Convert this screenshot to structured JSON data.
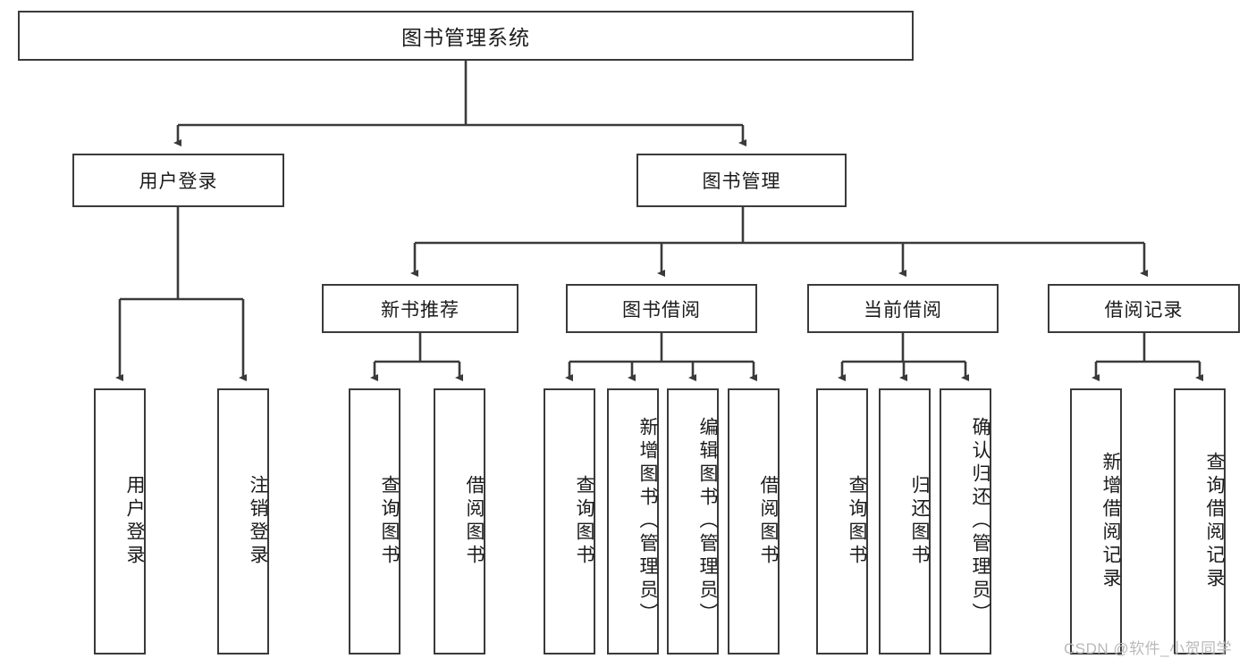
{
  "diagram": {
    "type": "tree-hierarchy-chart",
    "title_box": {
      "label": "图书管理系统"
    },
    "level1": [
      {
        "id": "login",
        "label": "用户登录"
      },
      {
        "id": "bookmgmt",
        "label": "图书管理"
      }
    ],
    "level2": [
      {
        "id": "newbook",
        "label": "新书推荐",
        "parent": "bookmgmt"
      },
      {
        "id": "borrow",
        "label": "图书借阅",
        "parent": "bookmgmt"
      },
      {
        "id": "current",
        "label": "当前借阅",
        "parent": "bookmgmt"
      },
      {
        "id": "record",
        "label": "借阅记录",
        "parent": "bookmgmt"
      }
    ],
    "leaves": {
      "login": [
        {
          "id": "login-1",
          "label": "用户登录"
        },
        {
          "id": "login-2",
          "label": "注销登录"
        }
      ],
      "newbook": [
        {
          "id": "newbook-1",
          "label": "查询图书"
        },
        {
          "id": "newbook-2",
          "label": "借阅图书"
        }
      ],
      "borrow": [
        {
          "id": "borrow-1",
          "label": "查询图书"
        },
        {
          "id": "borrow-2",
          "label": "新增图书（管理员）"
        },
        {
          "id": "borrow-3",
          "label": "编辑图书（管理员）"
        },
        {
          "id": "borrow-4",
          "label": "借阅图书"
        }
      ],
      "current": [
        {
          "id": "current-1",
          "label": "查询图书"
        },
        {
          "id": "current-2",
          "label": "归还图书"
        },
        {
          "id": "current-3",
          "label": "确认归还（管理员）"
        }
      ],
      "record": [
        {
          "id": "record-1",
          "label": "新增借阅记录"
        },
        {
          "id": "record-2",
          "label": "查询借阅记录"
        }
      ]
    }
  },
  "watermark": {
    "text": "CSDN @软件_小贺同学"
  },
  "colors": {
    "stroke": "#3a3a3a",
    "background": "#ffffff",
    "text": "#1b1b1b",
    "watermark": "#b9b9b9"
  }
}
